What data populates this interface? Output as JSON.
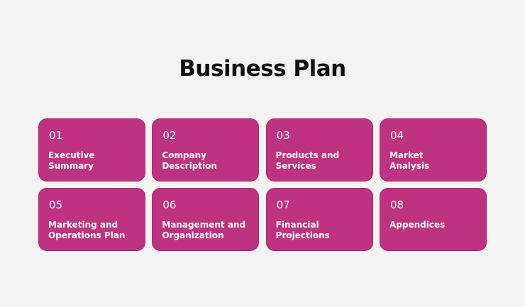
{
  "title": "Business Plan",
  "colors": {
    "background": "#f3f3f3",
    "card": "#bf3282",
    "card_border": "#a42670",
    "text": "#ffffff",
    "title": "#111111"
  },
  "cards": [
    {
      "number": "01",
      "line1": "Executive",
      "line2": "Summary"
    },
    {
      "number": "02",
      "line1": "Company",
      "line2": "Description"
    },
    {
      "number": "03",
      "line1": "Products and",
      "line2": "Services"
    },
    {
      "number": "04",
      "line1": "Market",
      "line2": "Analysis"
    },
    {
      "number": "05",
      "line1": "Marketing and",
      "line2": "Operations Plan"
    },
    {
      "number": "06",
      "line1": "Management and",
      "line2": "Organization"
    },
    {
      "number": "07",
      "line1": "Financial",
      "line2": "Projections"
    },
    {
      "number": "08",
      "line1": "Appendices",
      "line2": ""
    }
  ]
}
